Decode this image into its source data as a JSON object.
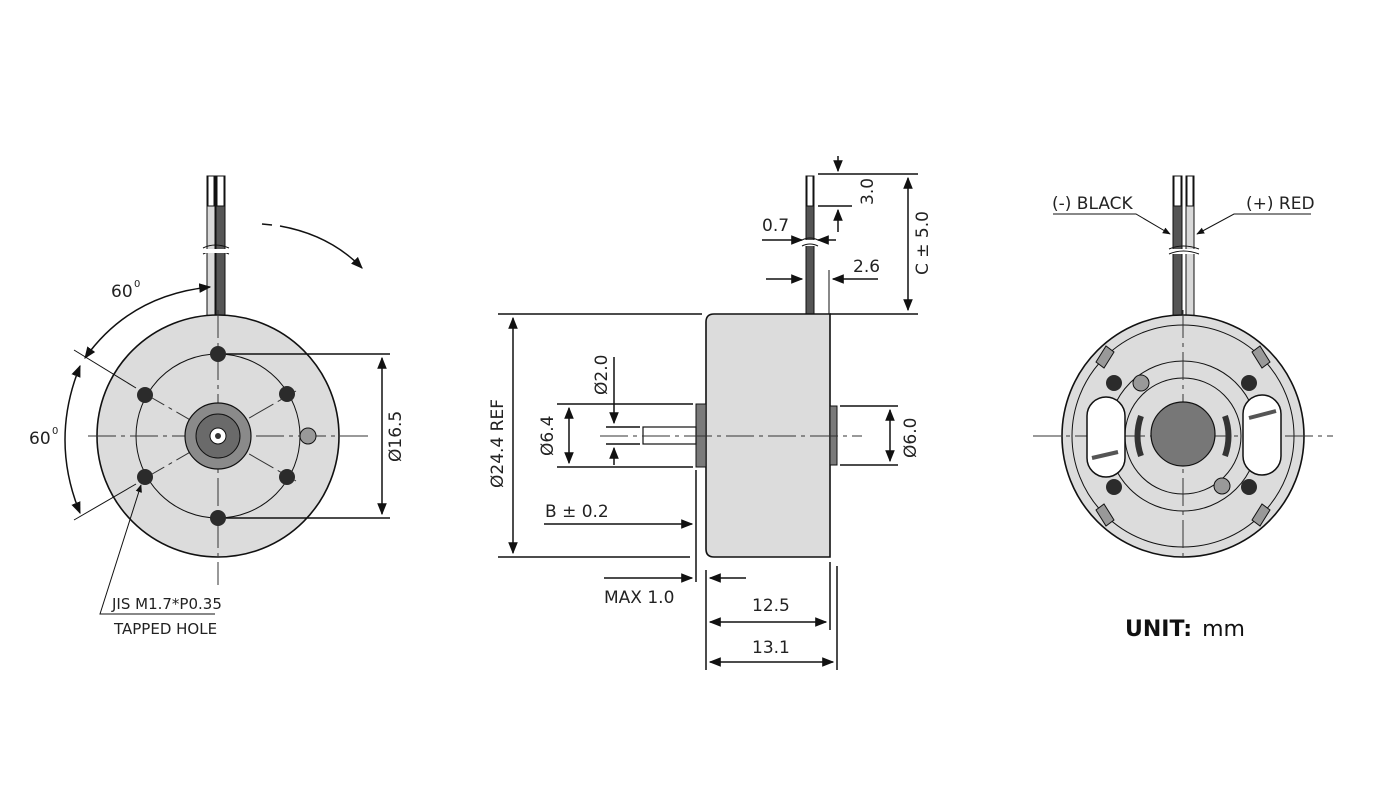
{
  "front_view": {
    "angle_top": "60",
    "angle_left": "60",
    "angle_unit": "0",
    "diameter_bolt_circle": "Ø16.5",
    "note_line1": "JIS M1.7*P0.35",
    "note_line2": "TAPPED HOLE"
  },
  "side_view": {
    "lead_width": "0.7",
    "lead_offset": "2.6",
    "lead_strip": "3.0",
    "lead_length": "C ± 5.0",
    "body_diameter": "Ø24.4 REF",
    "shaft_diameter": "Ø2.0",
    "boss_diameter": "Ø6.4",
    "rear_boss_diameter": "Ø6.0",
    "shaft_length": "B ± 0.2",
    "max_boss": "MAX 1.0",
    "body_length": "12.5",
    "overall_length": "13.1"
  },
  "rear_view": {
    "lead_black": "(-) BLACK",
    "lead_red": "(+) RED"
  },
  "unit": {
    "label": "UNIT:",
    "value": "mm"
  },
  "colors": {
    "body_fill": "#d9d9d9",
    "hub_fill": "#7a7a7a",
    "hole_fill": "#2b2b2b",
    "line": "#111111"
  }
}
